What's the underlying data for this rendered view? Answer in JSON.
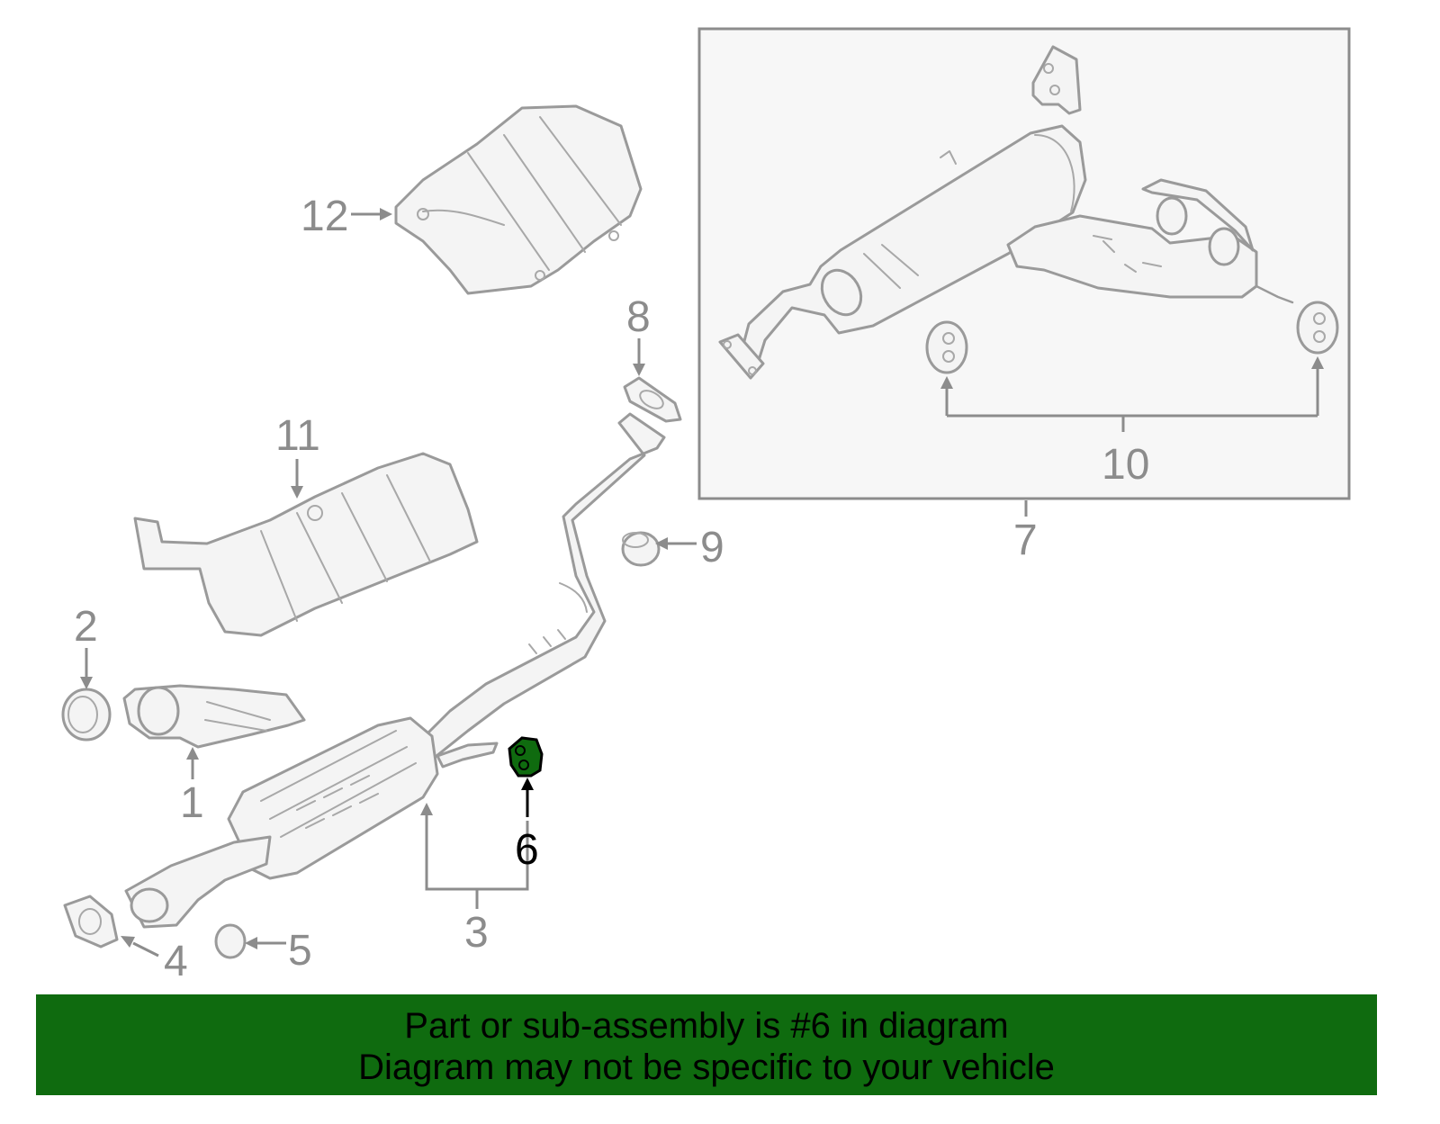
{
  "diagram": {
    "callouts": {
      "c1": "1",
      "c2": "2",
      "c3": "3",
      "c4": "4",
      "c5": "5",
      "c6": "6",
      "c7": "7",
      "c8": "8",
      "c9": "9",
      "c10": "10",
      "c11": "11",
      "c12": "12"
    },
    "highlighted_part": "6",
    "colors": {
      "highlight": "#0f6b0f",
      "line_art": "#9a9a9a",
      "callout_text": "#8c8c8c",
      "inset_background": "#f7f7f7"
    }
  },
  "banner": {
    "line1": "Part or sub-assembly is #6 in diagram",
    "line2": "Diagram may not be specific to your vehicle",
    "background": "#0f6b0f"
  }
}
